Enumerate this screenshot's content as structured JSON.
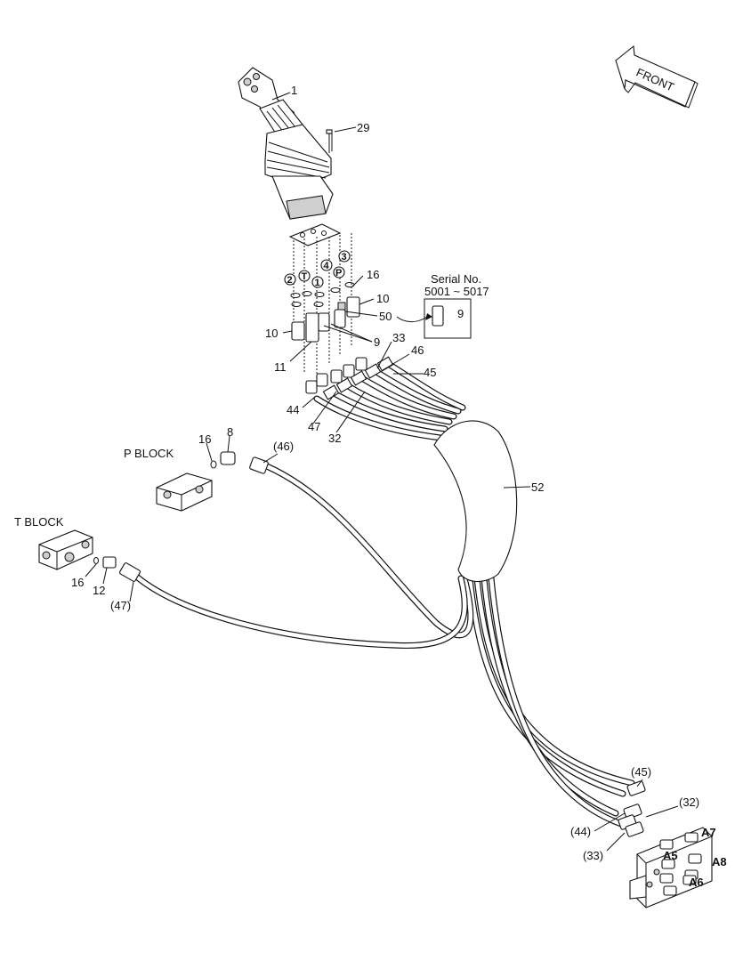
{
  "labels": {
    "l1": "1",
    "l29": "29",
    "l16a": "16",
    "l10a": "10",
    "l50": "50",
    "l10b": "10",
    "l11": "11",
    "l9a": "9",
    "l33": "33",
    "l46": "46",
    "l45": "45",
    "l44": "44",
    "l47": "47",
    "l32": "32",
    "l16b": "16",
    "l8": "8",
    "l46p": "(46)",
    "l52": "52",
    "l16c": "16",
    "l12": "12",
    "l47p": "(47)",
    "l45p": "(45)",
    "l32p": "(32)",
    "l44p": "(44)",
    "l33p": "(33)"
  },
  "circled": {
    "c2": "2",
    "cT": "T",
    "c1": "1",
    "c4": "4",
    "cP": "P",
    "c3": "3"
  },
  "blocks": {
    "p_block": "P BLOCK",
    "t_block": "T BLOCK"
  },
  "ports": {
    "a5": "A5",
    "a6": "A6",
    "a7": "A7",
    "a8": "A8"
  },
  "serial": {
    "title": "Serial No.",
    "range": "5001 ~ 5017",
    "part": "9"
  },
  "front": "FRONT"
}
